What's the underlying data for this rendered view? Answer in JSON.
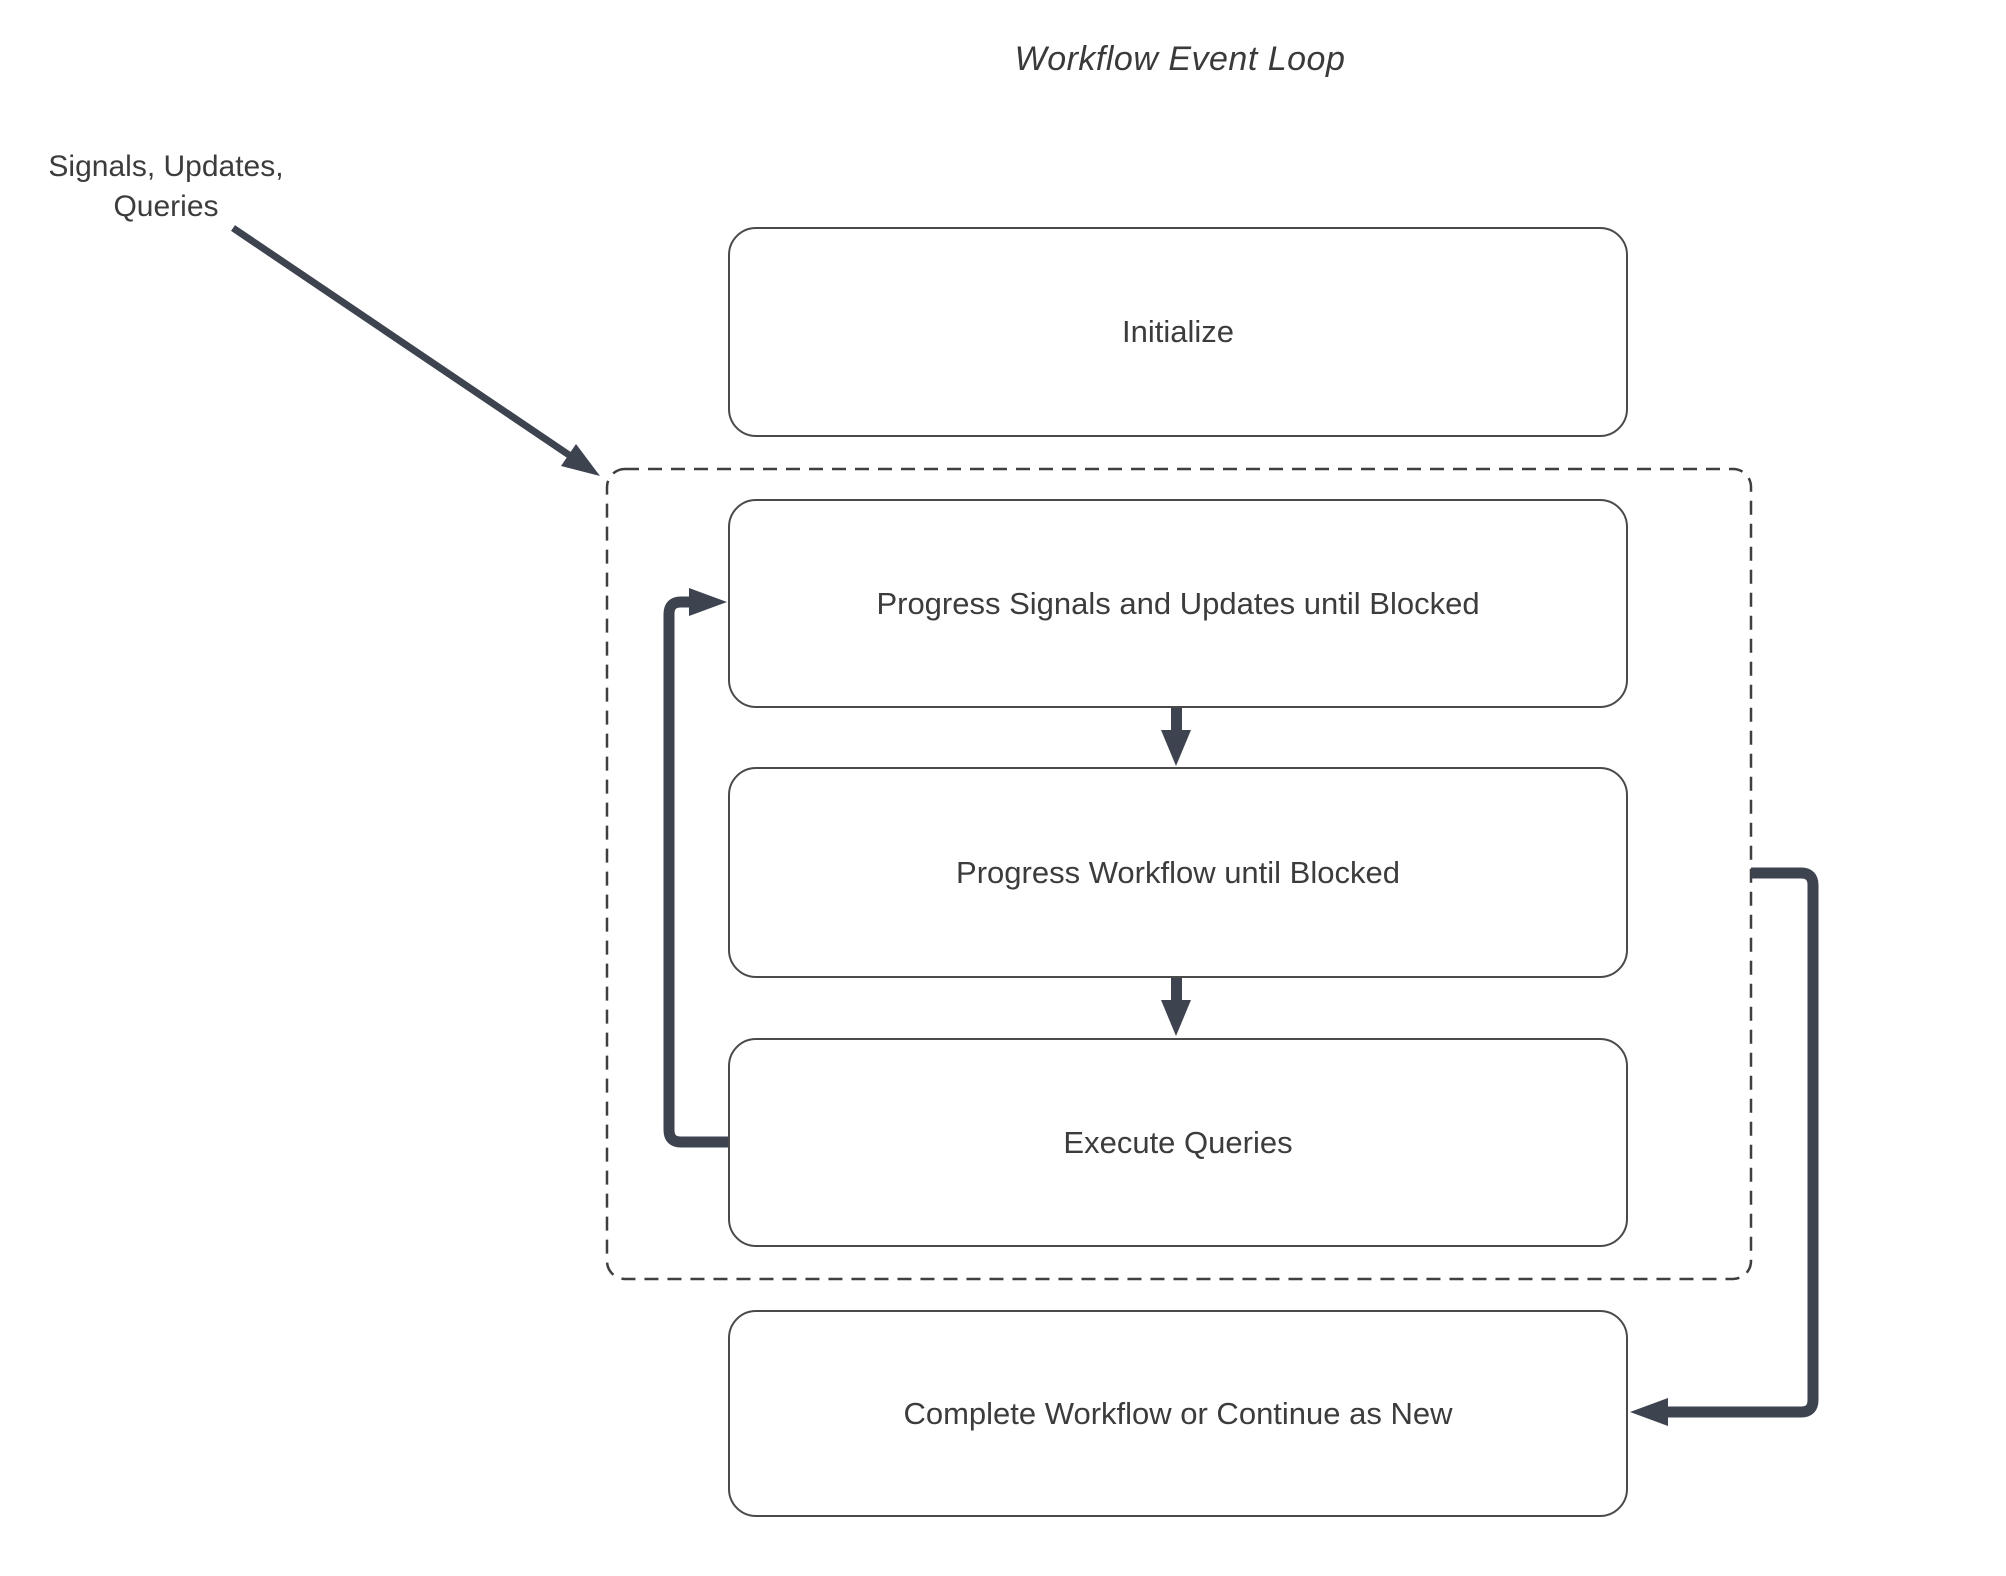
{
  "title": "Workflow Event Loop",
  "annotation": {
    "line1": "Signals, Updates,",
    "line2": "Queries"
  },
  "nodes": {
    "initialize": {
      "label": "Initialize"
    },
    "progress_signals": {
      "label": "Progress Signals and Updates until Blocked"
    },
    "progress_workflow": {
      "label": "Progress Workflow until Blocked"
    },
    "execute_queries": {
      "label": "Execute Queries"
    },
    "complete": {
      "label": "Complete Workflow or Continue as New"
    }
  },
  "colors": {
    "arrow": "#3d434f",
    "node_border": "#4a4a4a",
    "dashed_border": "#3f3f3f",
    "text": "#3c3c3c",
    "background": "#ffffff"
  }
}
